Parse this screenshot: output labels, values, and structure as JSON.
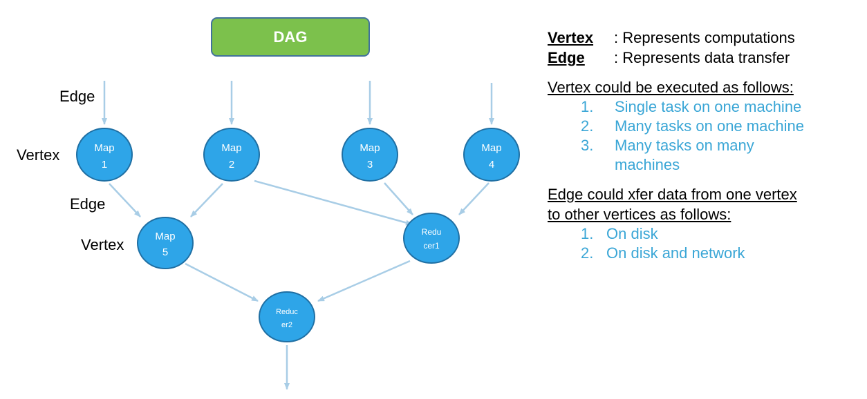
{
  "title": "DAG",
  "side_labels": {
    "edge_top": "Edge",
    "vertex_top": "Vertex",
    "edge_mid": "Edge",
    "vertex_mid": "Vertex"
  },
  "nodes": {
    "map1": [
      "Map",
      "1"
    ],
    "map2": [
      "Map",
      "2"
    ],
    "map3": [
      "Map",
      "3"
    ],
    "map4": [
      "Map",
      "4"
    ],
    "map5": [
      "Map",
      "5"
    ],
    "reducer1": [
      "Redu",
      "cer1"
    ],
    "reducer2": [
      "Reduc",
      "er2"
    ]
  },
  "legend": {
    "definitions": [
      {
        "term": "Vertex",
        "text": ": Represents computations"
      },
      {
        "term": "Edge",
        "text": ": Represents data transfer"
      }
    ],
    "vertex_section": {
      "title": "Vertex could be executed as follows:",
      "items": [
        {
          "num": "1.",
          "text": "Single task on one machine"
        },
        {
          "num": "2.",
          "text": "Many tasks on one machine"
        },
        {
          "num": "3.",
          "text": "Many tasks on many machines"
        }
      ]
    },
    "edge_section": {
      "title_line1": "Edge could xfer data from one vertex",
      "title_line2": "to other vertices as follows:",
      "items": [
        {
          "num": "1.",
          "text": "On disk"
        },
        {
          "num": "2.",
          "text": "On disk and network"
        }
      ]
    }
  },
  "colors": {
    "title_box_fill": "#7cc14c",
    "title_box_stroke": "#41719c",
    "node_fill": "#2ea5e8",
    "node_stroke": "#1f6fa3",
    "edge": "#a8cde6",
    "list_text": "#3aa6d6"
  }
}
